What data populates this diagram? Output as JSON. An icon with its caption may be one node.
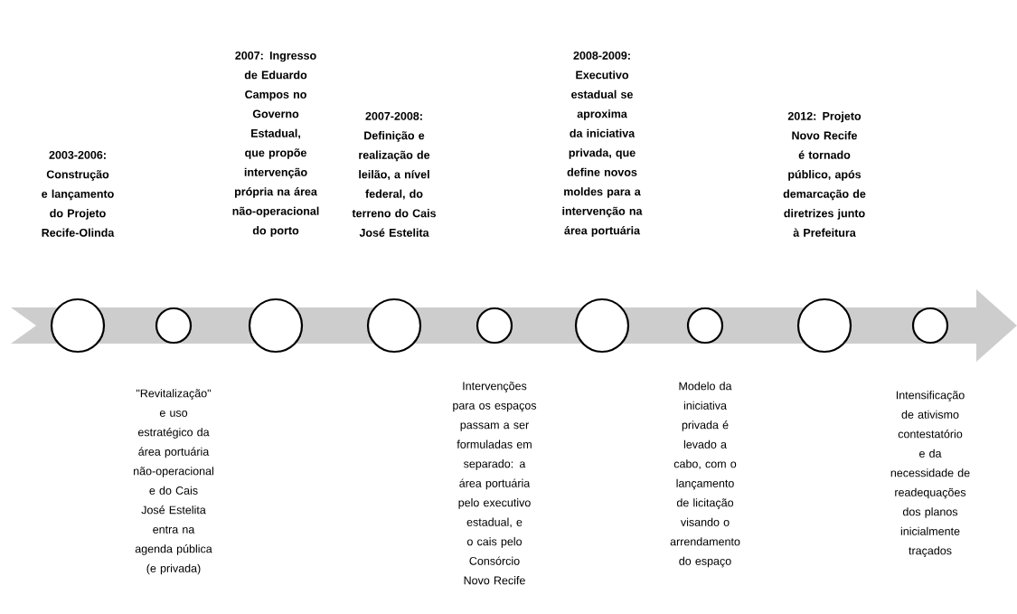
{
  "diagram": {
    "nodes": [
      {
        "text": [],
        "shape": "circle"
      },
      {
        "text": [],
        "shape": "circle"
      },
      {
        "text": [],
        "shape": "circle"
      },
      {
        "text": [],
        "shape": "circle"
      },
      {
        "text": [],
        "shape": "circle"
      },
      {
        "text": [],
        "shape": "circle"
      },
      {
        "text": [],
        "shape": "circle"
      },
      {
        "text": [],
        "shape": "circle"
      },
      {
        "text": [],
        "shape": "circle"
      }
    ],
    "labels": [
      "2003-2006: Construção e lançamento do Projeto Recife-Olinda",
      "2007: Ingresso de Eduardo Campos no Governo Estadual, que propõe intervenção própria na área não-operacional do porto",
      "2007-2008: Definição e realização de leilão, a nível federal, do terreno do Cais José Estelita",
      "2008-2009: Executivo estadual se aproxima da iniciativa privada, que define novos moldes para a intervenção na área portuária",
      "2012: Projeto Novo Recife é tornado público, após demarcação de diretrizes junto à Prefeitura",
      "\"Revitalização\" e uso estratégico da área portuária não-operacional e do Cais José Estelita entra na agenda pública (e privada)",
      "Intervenções para os espaços passam a ser formuladas em separado: a área portuária pelo executivo estadual, e o cais pelo Consórcio Novo Recife",
      "Modelo da iniciativa privada é levado a cabo, com o lançamento de licitação visando o arrendamento do espaço",
      "Intensificação de ativismo contestatório e da necessidade de readequações dos planos inicialmente traçados"
    ]
  }
}
